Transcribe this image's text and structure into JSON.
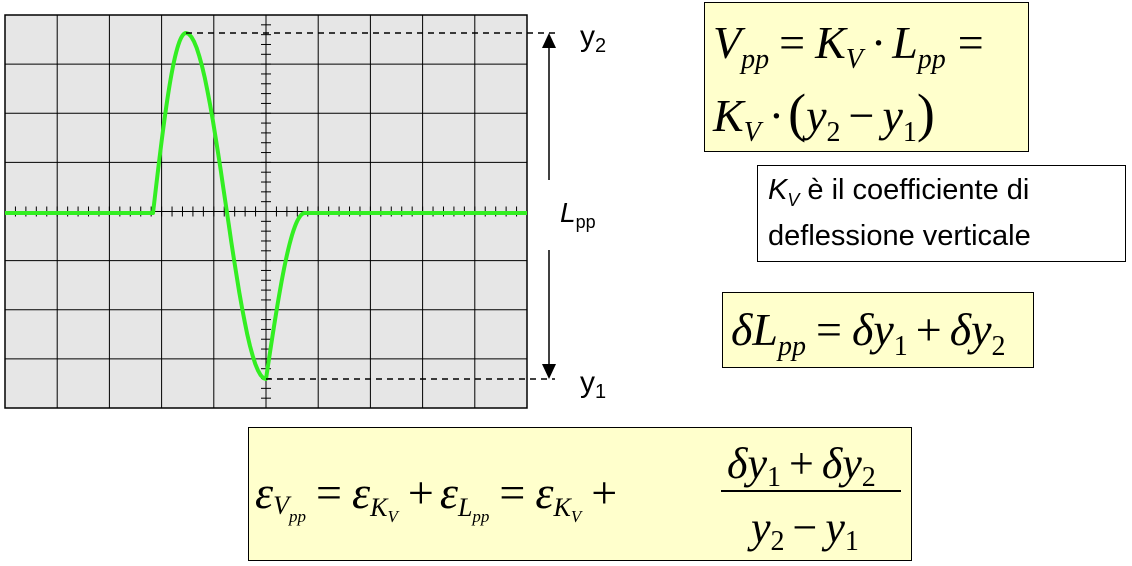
{
  "diagram": {
    "labels": {
      "y2": "y",
      "y2_sub": "2",
      "y1": "y",
      "y1_sub": "1",
      "lpp": "L",
      "lpp_sub": "pp"
    },
    "colors": {
      "screen": "#e6e6e6",
      "grid": "#000000",
      "trace": "#33ee22",
      "formula_box": "#ffffcc"
    },
    "icons": [
      "arrow-up-icon",
      "arrow-down-icon"
    ]
  },
  "formula1": {
    "line1": {
      "V": "V",
      "pp": "pp",
      "eq": "=",
      "K": "K",
      "V_sub": "V",
      "dot": "·",
      "L": "L",
      "L_sub": "pp",
      "eq2": "="
    },
    "line2": {
      "K": "K",
      "V_sub": "V",
      "dot": "·",
      "open": "(",
      "y2": "y",
      "y2_sub": "2",
      "minus": "−",
      "y1": "y",
      "y1_sub": "1",
      "close": ")"
    }
  },
  "note": {
    "kv": "K",
    "kv_sub": "V",
    "text": " è il coefficiente di deflessione verticale"
  },
  "formula2": {
    "delta": "δ",
    "L": "L",
    "L_sub": "pp",
    "eq": "=",
    "d1": "δ",
    "y1": "y",
    "y1_sub": "1",
    "plus": "+",
    "d2": "δ",
    "y2": "y",
    "y2_sub": "2"
  },
  "formula3": {
    "eps": "ε",
    "V": "V",
    "pp": "pp",
    "eq": "=",
    "eps2": "ε",
    "K": "K",
    "K_sub": "V",
    "plus": "+",
    "eps3": "ε",
    "L": "L",
    "L_sub": "pp",
    "eq2": "=",
    "eps4": "ε",
    "K2": "K",
    "K2_sub": "V",
    "plus2": "+",
    "num_d1": "δ",
    "num_y1": "y",
    "num_y1_sub": "1",
    "num_plus": "+",
    "num_d2": "δ",
    "num_y2": "y",
    "num_y2_sub": "2",
    "den_y2": "y",
    "den_y2_sub": "2",
    "den_minus": "−",
    "den_y1": "y",
    "den_y1_sub": "1"
  }
}
